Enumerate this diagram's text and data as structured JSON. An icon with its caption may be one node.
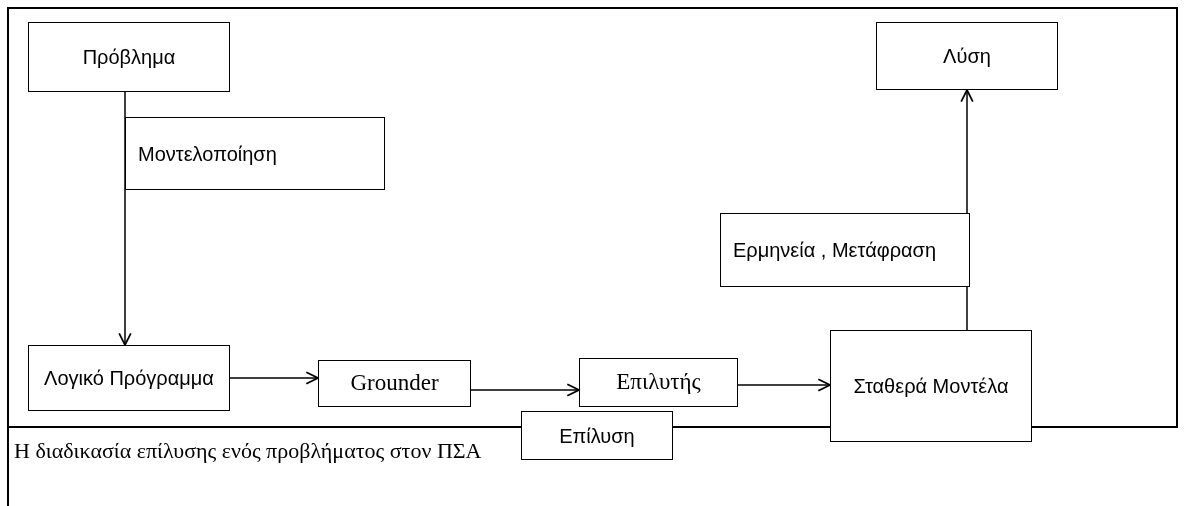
{
  "diagram": {
    "caption": "Η διαδικασία επίλυσης ενός προβλήματος στον ΠΣΑ",
    "nodes": [
      {
        "text": [
          "Πρόβλημα"
        ]
      },
      {
        "text": [
          "Μοντελοποίηση"
        ]
      },
      {
        "text": [
          "Λογικό Πρόγραμμα"
        ]
      },
      {
        "text": [
          "Grounder"
        ]
      },
      {
        "text": [
          "Επιλυτής"
        ]
      },
      {
        "text": [
          "Επίλυση"
        ]
      },
      {
        "text": [
          "Σταθερά Μοντέλα"
        ]
      },
      {
        "text": [
          "Λύση"
        ]
      },
      {
        "text": [
          "Ερμηνεία , Μετάφραση"
        ]
      }
    ],
    "edges": [
      {
        "from": 0,
        "to": 2,
        "arrow": "to"
      },
      {
        "from": 2,
        "to": 3,
        "arrow": "to"
      },
      {
        "from": 3,
        "to": 4,
        "arrow": "to"
      },
      {
        "from": 4,
        "to": 6,
        "arrow": "to"
      },
      {
        "from": 6,
        "to": 7,
        "arrow": "to"
      }
    ]
  }
}
